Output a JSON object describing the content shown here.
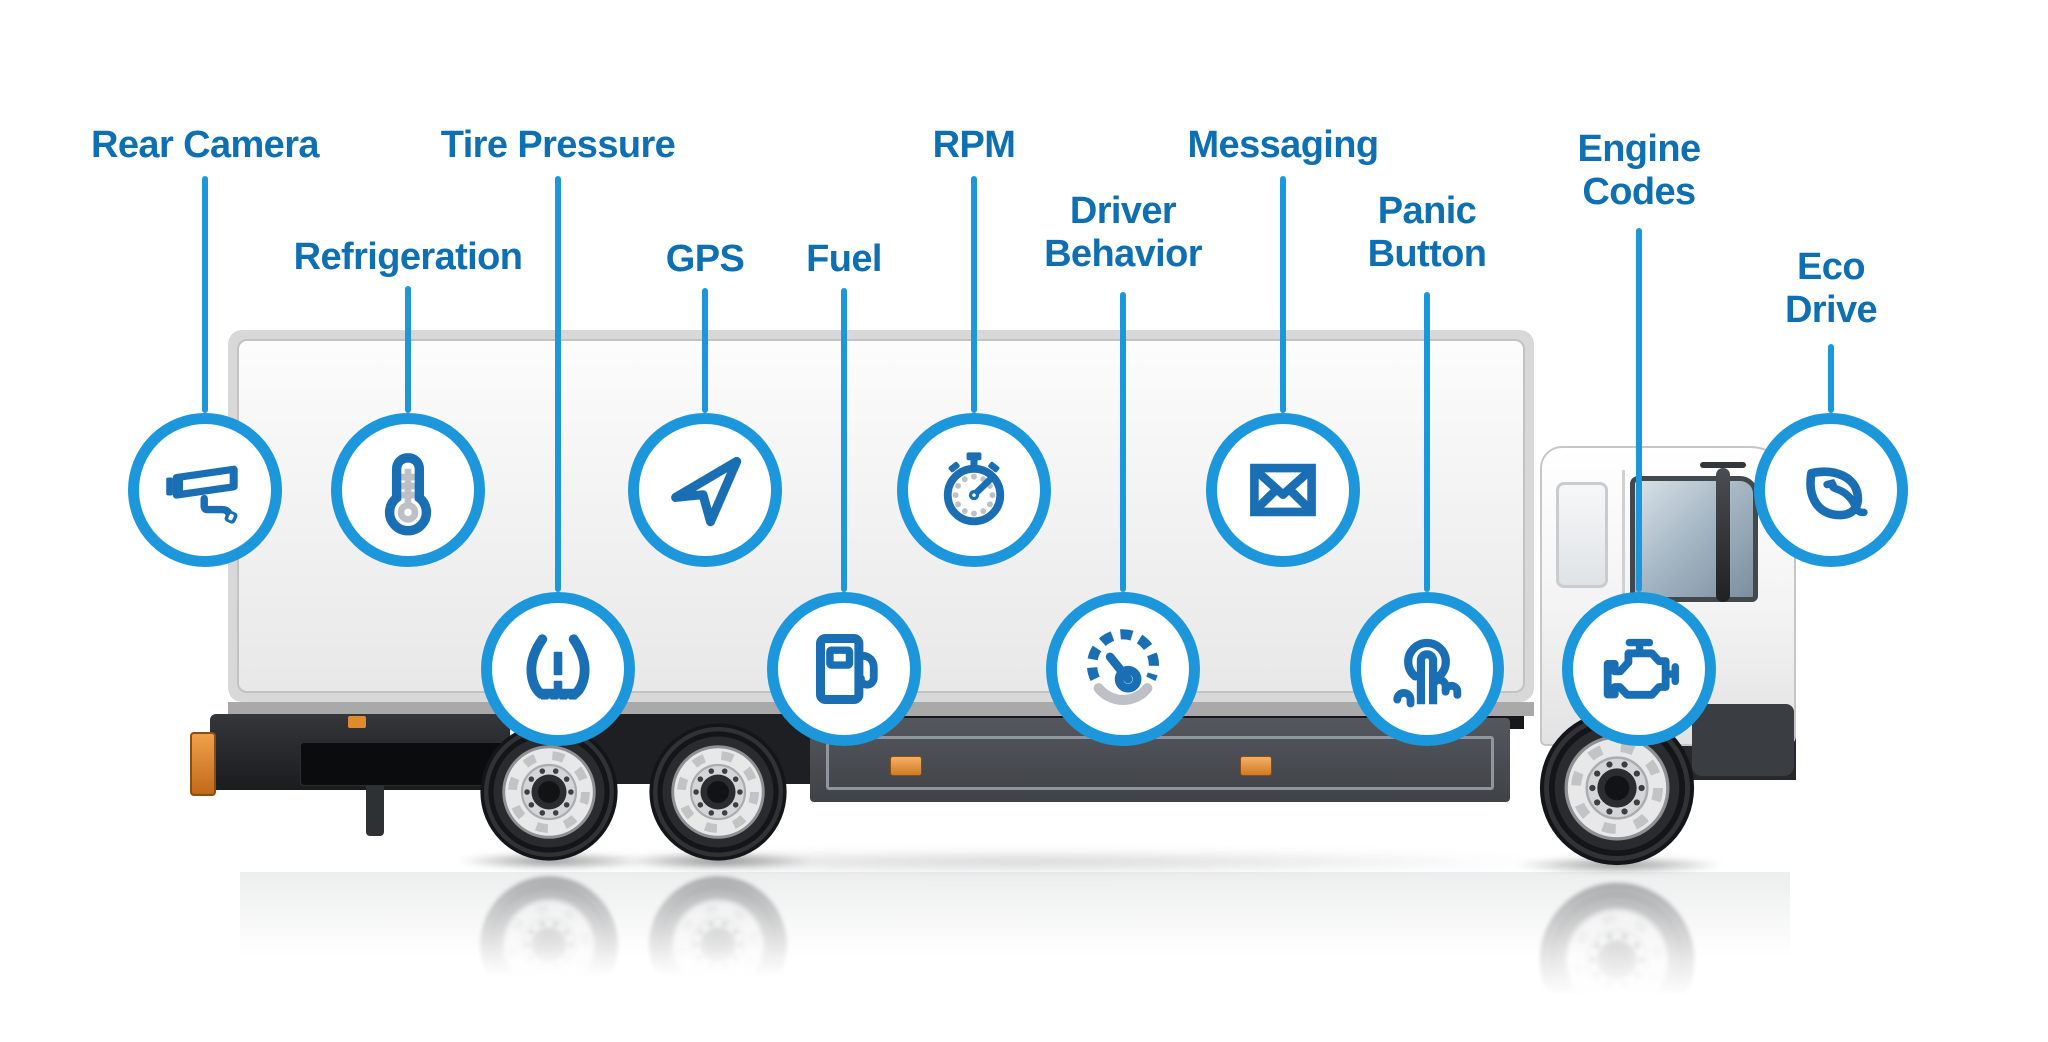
{
  "colors": {
    "background": "#ffffff",
    "label_text": "#0e6fb3",
    "connector": "#1d97dc",
    "circle_ring": "#1d97dc",
    "icon_primary": "#1a6fb4",
    "icon_secondary": "#bdc0c4"
  },
  "features": [
    {
      "label": "Rear Camera",
      "icon": "cctv-camera-icon"
    },
    {
      "label": "Refrigeration",
      "icon": "thermometer-icon"
    },
    {
      "label": "Tire Pressure",
      "icon": "tire-pressure-warning-icon"
    },
    {
      "label": "GPS",
      "icon": "navigation-arrow-icon"
    },
    {
      "label": "Fuel",
      "icon": "fuel-pump-icon"
    },
    {
      "label": "RPM",
      "icon": "stopwatch-icon"
    },
    {
      "label": "Driver Behavior",
      "icon": "speedometer-icon"
    },
    {
      "label": "Messaging",
      "icon": "envelope-icon"
    },
    {
      "label": "Panic Button",
      "icon": "tap-gesture-icon"
    },
    {
      "label": "Engine Codes",
      "icon": "engine-icon"
    },
    {
      "label": "Eco Drive",
      "icon": "leaf-icon"
    }
  ]
}
